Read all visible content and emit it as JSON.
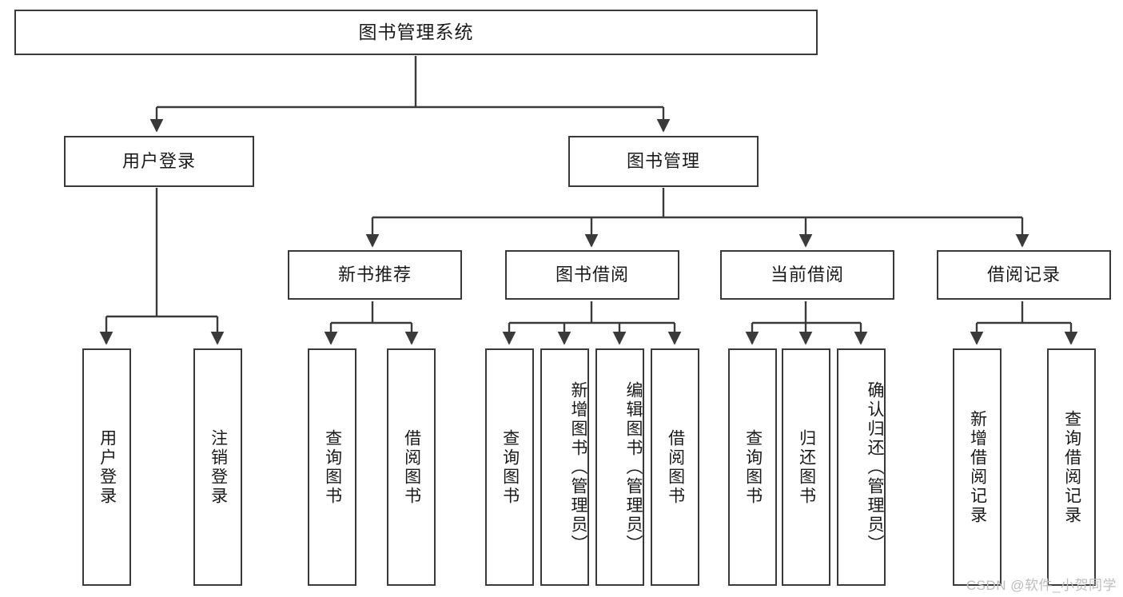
{
  "diagram": {
    "title": "图书管理系统",
    "watermark": "CSDN @软件_小贺同学",
    "level2": [
      {
        "label": "用户登录"
      },
      {
        "label": "图书管理"
      }
    ],
    "level3": [
      {
        "label": "新书推荐"
      },
      {
        "label": "图书借阅"
      },
      {
        "label": "当前借阅"
      },
      {
        "label": "借阅记录"
      }
    ],
    "leaves": {
      "user_login": [
        {
          "label": "用户登录"
        },
        {
          "label": "注销登录"
        }
      ],
      "new_book": [
        {
          "label": "查询图书"
        },
        {
          "label": "借阅图书"
        }
      ],
      "book_borrow": [
        {
          "label": "查询图书"
        },
        {
          "label": "新增图书（管理员）"
        },
        {
          "label": "编辑图书（管理员）"
        },
        {
          "label": "借阅图书"
        }
      ],
      "current_borrow": [
        {
          "label": "查询图书"
        },
        {
          "label": "归还图书"
        },
        {
          "label": "确认归还（管理员）"
        }
      ],
      "borrow_record": [
        {
          "label": "新增借阅记录"
        },
        {
          "label": "查询借阅记录"
        }
      ]
    },
    "colors": {
      "stroke": "#3a3a3a",
      "background": "#ffffff",
      "text": "#1a1a1a",
      "watermark": "#bdbdbd"
    }
  }
}
